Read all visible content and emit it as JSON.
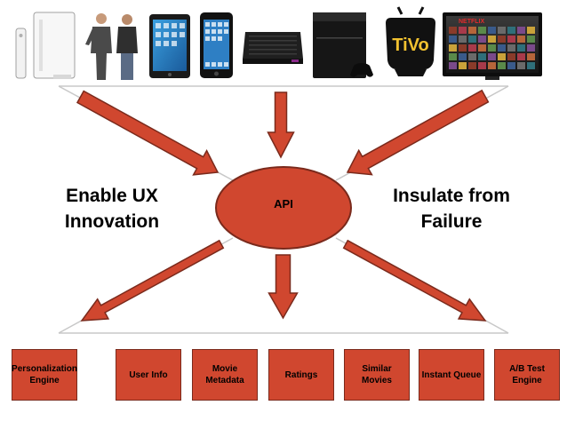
{
  "diagram": {
    "hub": {
      "label": "API"
    },
    "left_label": [
      "Enable UX",
      "Innovation"
    ],
    "right_label": [
      "Insulate from",
      "Failure"
    ],
    "devices": [
      {
        "name": "Nintendo Wii console"
      },
      {
        "name": "Two people standing"
      },
      {
        "name": "iPad tablet"
      },
      {
        "name": "iPhone"
      },
      {
        "name": "Roku streaming box"
      },
      {
        "name": "PlayStation 3 console"
      },
      {
        "name": "TiVo",
        "logo_text": "TiVo"
      },
      {
        "name": "TV showing Netflix",
        "logo_text": "NETFLIX"
      }
    ],
    "services": [
      "Personalization Engine",
      "User Info",
      "Movie Metadata",
      "Ratings",
      "Similar Movies",
      "Instant Queue",
      "A/B Test Engine"
    ],
    "colors": {
      "arrow": "#d0472f",
      "arrow_outline": "#7a2a1c",
      "box": "#d0472f",
      "guide_line": "#c8c8c8",
      "text": "#000000"
    }
  }
}
